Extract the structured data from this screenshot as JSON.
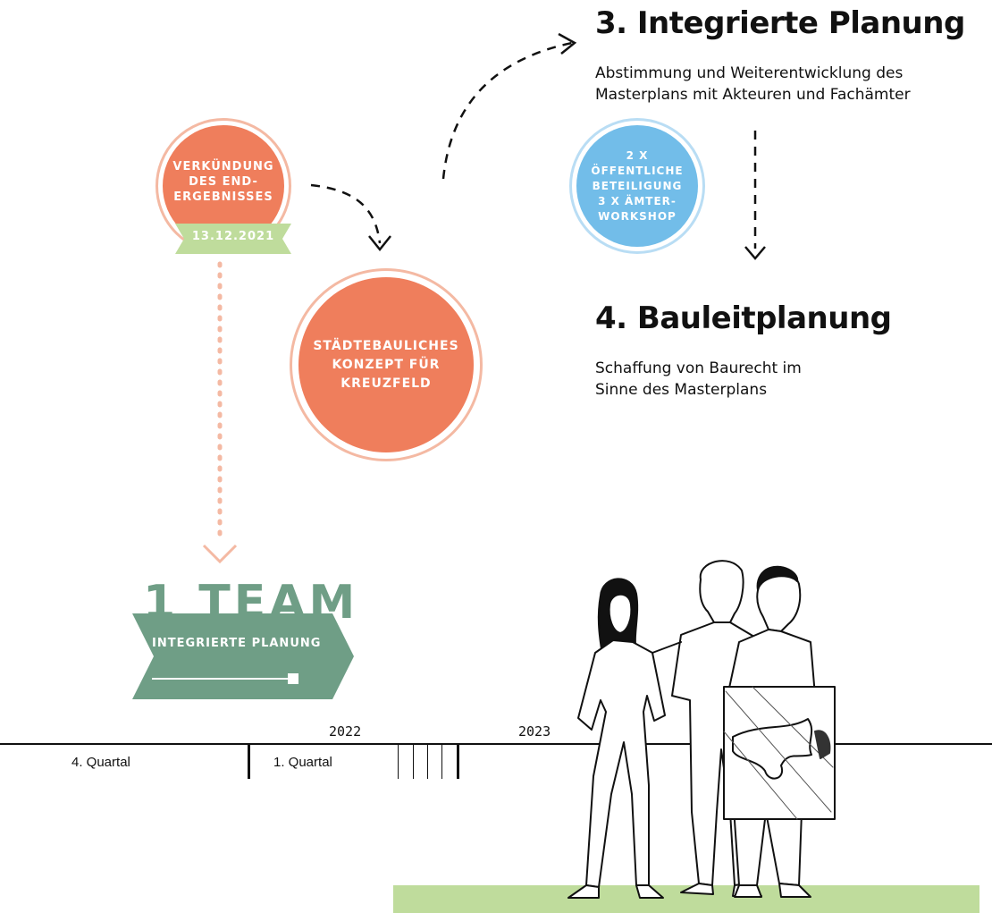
{
  "step3": {
    "title": "3. Integrierte Planung",
    "description_line1": "Abstimmung und Weiterentwicklung des",
    "description_line2": "Masterplans mit Akteuren und Fachämter"
  },
  "step4": {
    "title": "4. Bauleitplanung",
    "description_line1": "Schaffung von Baurecht im",
    "description_line2": "Sinne des Masterplans"
  },
  "announcement": {
    "line1": "VERKÜNDUNG",
    "line2": "DES END-",
    "line3": "ERGEBNISSES",
    "date": "13.12.2021"
  },
  "concept": {
    "line1": "STÄDTEBAULICHES",
    "line2": "KONZEPT FÜR",
    "line3": "KREUZFELD"
  },
  "participation": {
    "line1": "2 X",
    "line2": "ÖFFENTLICHE",
    "line3": "BETEILIGUNG",
    "line4": "3 X ÄMTER-",
    "line5": "WORKSHOP"
  },
  "team": {
    "title": "1 TEAM",
    "subtitle": "INTEGRIERTE PLANUNG"
  },
  "timeline": {
    "year_2022": "2022",
    "year_2023": "2023",
    "q4": "4. Quartal",
    "q1": "1. Quartal"
  },
  "colors": {
    "orange": "#ef7e5c",
    "orange_light": "#f4b9a3",
    "blue": "#72bde9",
    "blue_light": "#b9ddf4",
    "green": "#6f9e86",
    "green_light": "#bfdc9c"
  },
  "icons": {
    "people": "people-holding-map-illustration"
  }
}
